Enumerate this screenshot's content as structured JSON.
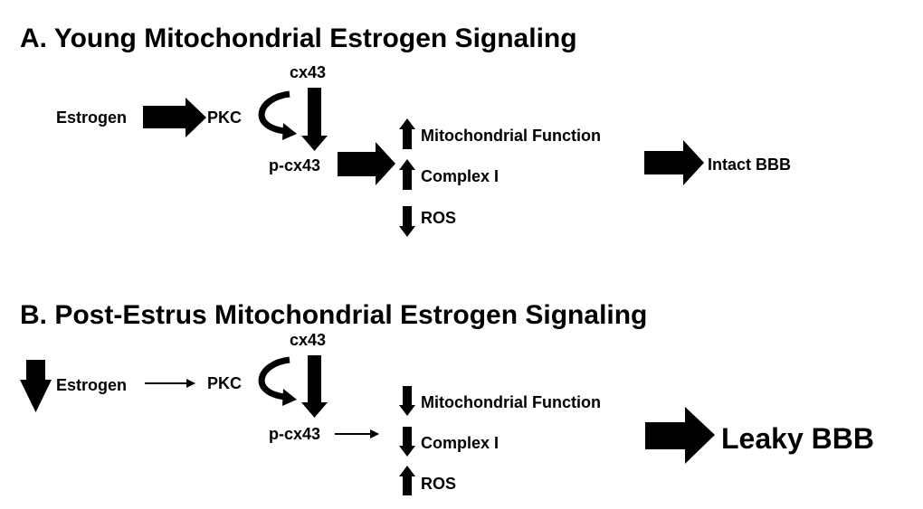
{
  "panel_a": {
    "title": "A. Young Mitochondrial Estrogen Signaling",
    "estrogen": "Estrogen",
    "pkc": "PKC",
    "cx43": "cx43",
    "p_cx43": "p-cx43",
    "mito_function": "Mitochondrial Function",
    "complex_i": "Complex I",
    "ros": "ROS",
    "outcome": "Intact BBB"
  },
  "panel_b": {
    "title": "B. Post-Estrus Mitochondrial Estrogen Signaling",
    "estrogen": "Estrogen",
    "pkc": "PKC",
    "cx43": "cx43",
    "p_cx43": "p-cx43",
    "mito_function": "Mitochondrial Function",
    "complex_i": "Complex I",
    "ros": "ROS",
    "outcome": "Leaky BBB"
  },
  "colors": {
    "ink": "#000000",
    "background": "#ffffff"
  }
}
